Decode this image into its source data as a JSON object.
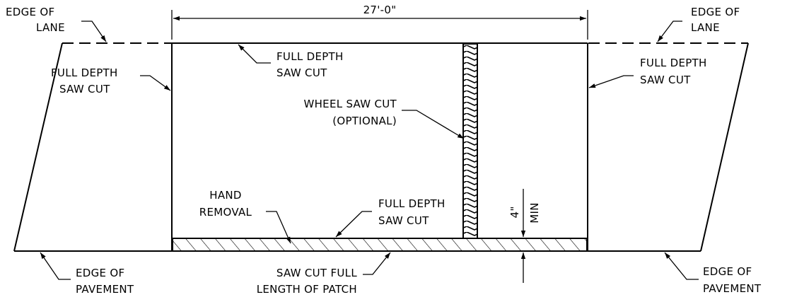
{
  "dimension": {
    "length": "27'-0\""
  },
  "labels": {
    "edge_of_lane_left": [
      "EDGE OF",
      "LANE"
    ],
    "edge_of_lane_right": [
      "EDGE OF",
      "LANE"
    ],
    "full_depth_saw_cut_left": [
      "FULL DEPTH",
      "SAW CUT"
    ],
    "full_depth_saw_cut_top": [
      "FULL DEPTH",
      "SAW CUT"
    ],
    "full_depth_saw_cut_right": [
      "FULL DEPTH",
      "SAW CUT"
    ],
    "full_depth_saw_cut_bottom": [
      "FULL DEPTH",
      "SAW CUT"
    ],
    "wheel_saw_cut": [
      "WHEEL SAW CUT",
      "(OPTIONAL)"
    ],
    "hand_removal": [
      "HAND",
      "REMOVAL"
    ],
    "min_depth": "4\"",
    "min_word": "MIN",
    "edge_of_pavement_left": [
      "EDGE OF",
      "PAVEMENT"
    ],
    "edge_of_pavement_right": [
      "EDGE OF",
      "PAVEMENT"
    ],
    "saw_cut_full_length": [
      "SAW CUT FULL",
      "LENGTH OF PATCH"
    ]
  }
}
